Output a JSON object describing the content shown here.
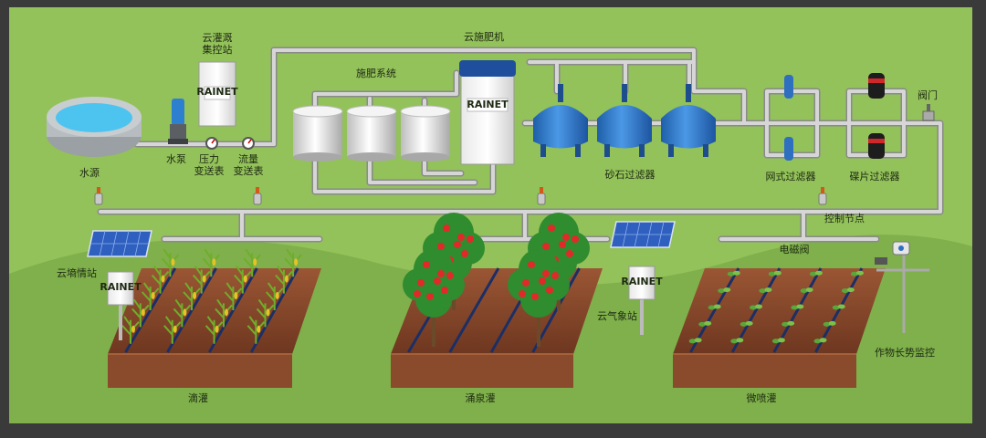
{
  "labels": {
    "water_source": "水源",
    "pump": "水泵",
    "pressure_transmitter": "压力\n变送表",
    "flow_transmitter": "流量\n变送表",
    "control_station": "云灌溉\n集控站",
    "fertilizer_system": "施肥系统",
    "cloud_fertilizer": "云施肥机",
    "sand_filter": "砂石过滤器",
    "mesh_filter": "网式过滤器",
    "disc_filter": "碟片过滤器",
    "valve": "阀门",
    "control_node": "控制节点",
    "solenoid_valve": "电磁阀",
    "soil_station": "云墒情站",
    "weather_station": "云气象站",
    "crop_monitor": "作物长势监控",
    "drip": "滴灌",
    "bubbler": "涌泉灌",
    "micro_spray": "微喷灌"
  },
  "brand": {
    "logo_text": "RAINET"
  },
  "colors": {
    "background": "#93c15a",
    "hill": "#7fb04b",
    "pipe": "#d6d6d6",
    "pipe_edge": "#8a8a8a",
    "soil": "#8a4a2c",
    "soil_top": "#a4603a",
    "sand_filter": "#2f78c8",
    "water": "#4dc4ef"
  },
  "icons": [
    "water-pond-icon",
    "pump-icon",
    "gauge-icon",
    "cabinet-icon",
    "tank-icon",
    "fertilizer-machine-icon",
    "sand-filter-icon",
    "mesh-filter-icon",
    "disc-filter-icon",
    "valve-icon",
    "solar-panel-icon",
    "camera-icon",
    "corn-plant-icon",
    "tomato-tree-icon",
    "seedling-icon"
  ]
}
